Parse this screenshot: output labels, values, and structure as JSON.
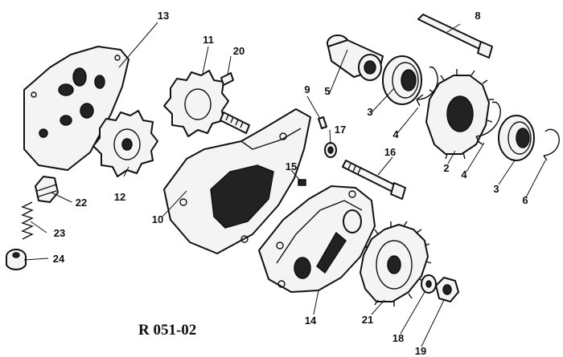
{
  "diagram": {
    "code": "R 051-02",
    "labels": {
      "l1": "2",
      "l2": "3",
      "l3": "3",
      "l4": "4",
      "l5": "4",
      "l6": "5",
      "l7": "6",
      "l8": "8",
      "l9": "9",
      "l10": "10",
      "l11": "11",
      "l12": "12",
      "l13": "13",
      "l14": "14",
      "l15": "15",
      "l16": "16",
      "l17": "17",
      "l18": "18",
      "l19": "19",
      "l20": "20",
      "l21": "21",
      "l22": "22",
      "l23": "23",
      "l24": "24"
    }
  }
}
